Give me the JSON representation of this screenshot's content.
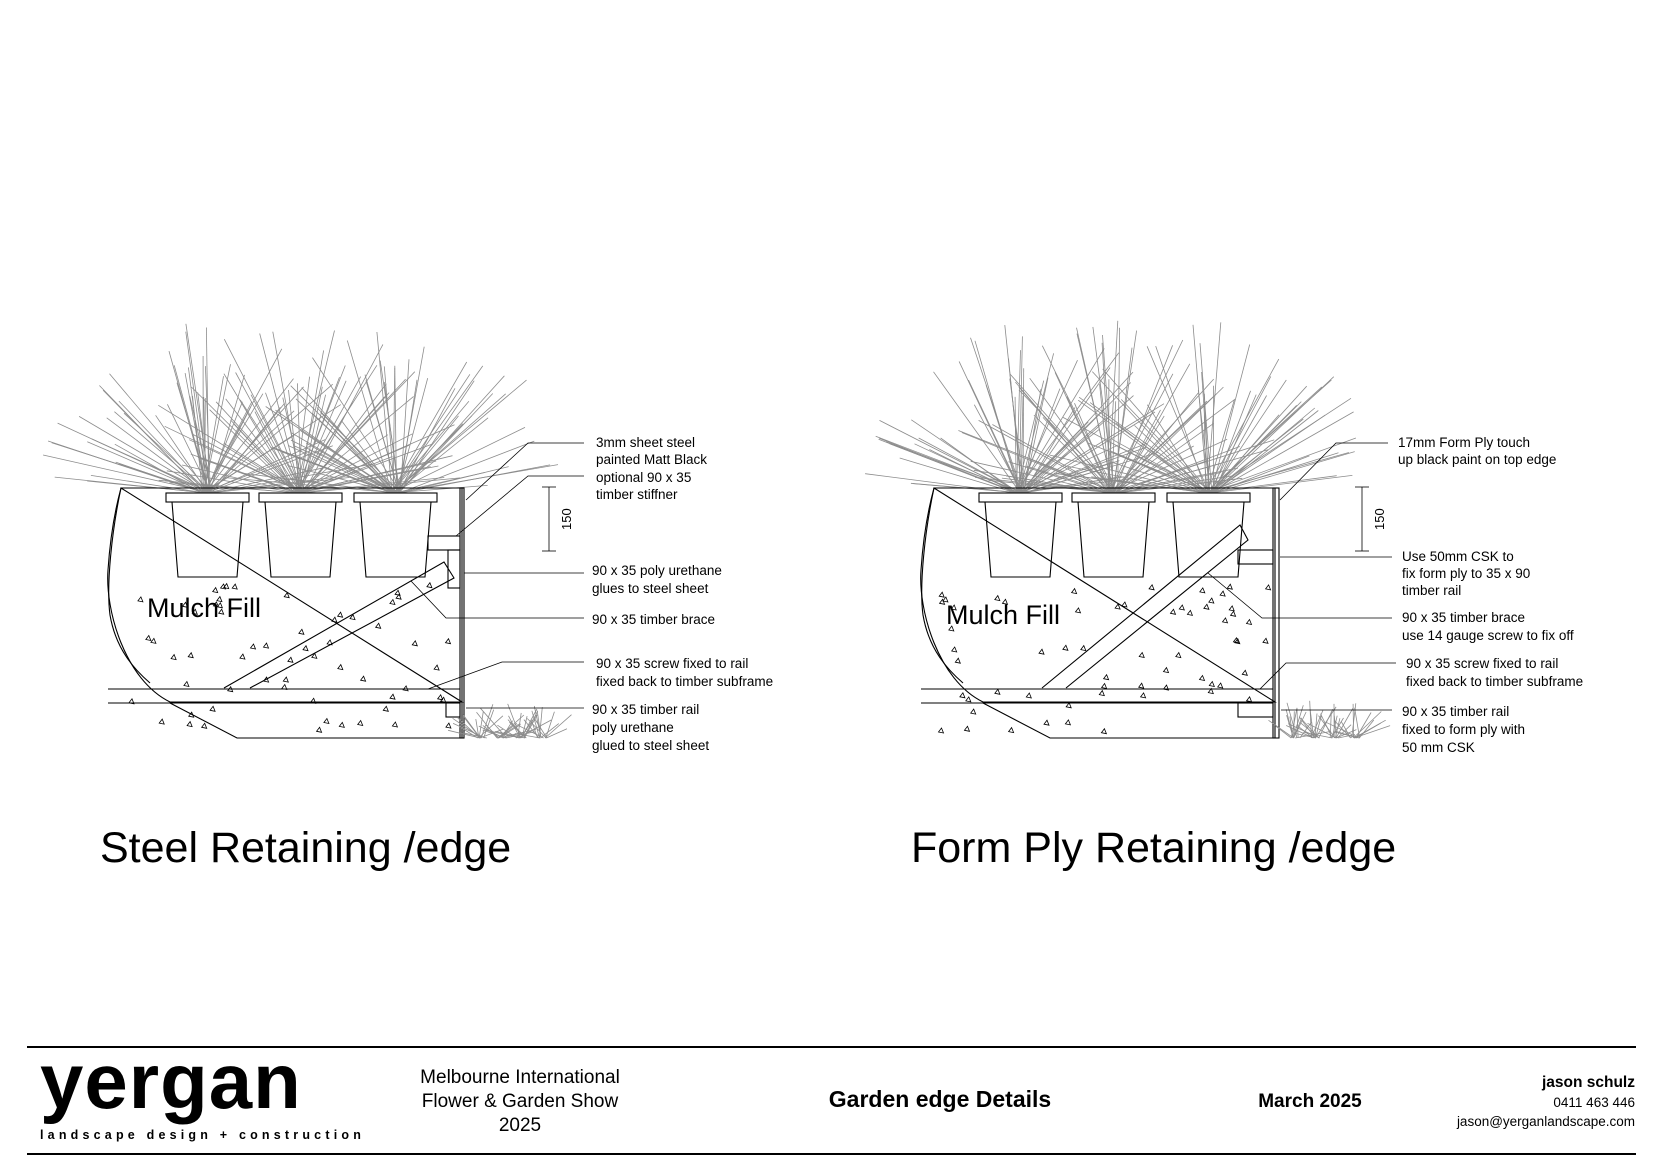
{
  "details": [
    {
      "id": "steel",
      "title": "Steel Retaining /edge",
      "fill_label": "Mulch Fill",
      "dimension": "150",
      "callouts": [
        [
          "3mm sheet steel",
          "painted Matt Black"
        ],
        [
          "optional 90 x 35",
          "timber stiffner"
        ],
        [
          "90 x 35 poly urethane",
          "glues to steel sheet"
        ],
        [
          "90 x 35 timber brace"
        ],
        [
          "90 x 35 screw fixed to rail",
          "fixed back to timber subframe"
        ],
        [
          "90 x 35 timber rail",
          "poly urethane",
          "glued to steel sheet"
        ]
      ]
    },
    {
      "id": "formply",
      "title": "Form Ply Retaining /edge",
      "fill_label": "Mulch Fill",
      "dimension": "150",
      "callouts": [
        [
          "17mm Form Ply touch",
          "up black paint on top edge"
        ],
        [
          "Use 50mm CSK to",
          "fix form ply to 35 x 90",
          "timber rail"
        ],
        [
          "90 x 35 timber brace",
          "use 14 gauge screw to fix off"
        ],
        [
          "90 x 35 screw fixed to rail",
          "fixed back to timber subframe"
        ],
        [
          "90 x 35 timber rail",
          "fixed to form ply with",
          "50 mm CSK"
        ]
      ]
    }
  ],
  "title_block": {
    "logo_word": "yergan",
    "logo_tagline": "landscape design + construction",
    "show_lines": [
      "Melbourne International",
      "Flower & Garden Show",
      "2025"
    ],
    "sheet_title": "Garden edge Details",
    "date": "March 2025",
    "contact_name": "jason schulz",
    "contact_phone": "0411 463 446",
    "contact_email": "jason@yerganlandscape.com"
  },
  "colors": {
    "line": "#000000",
    "plant": "#8c8c8c",
    "background": "#ffffff"
  }
}
